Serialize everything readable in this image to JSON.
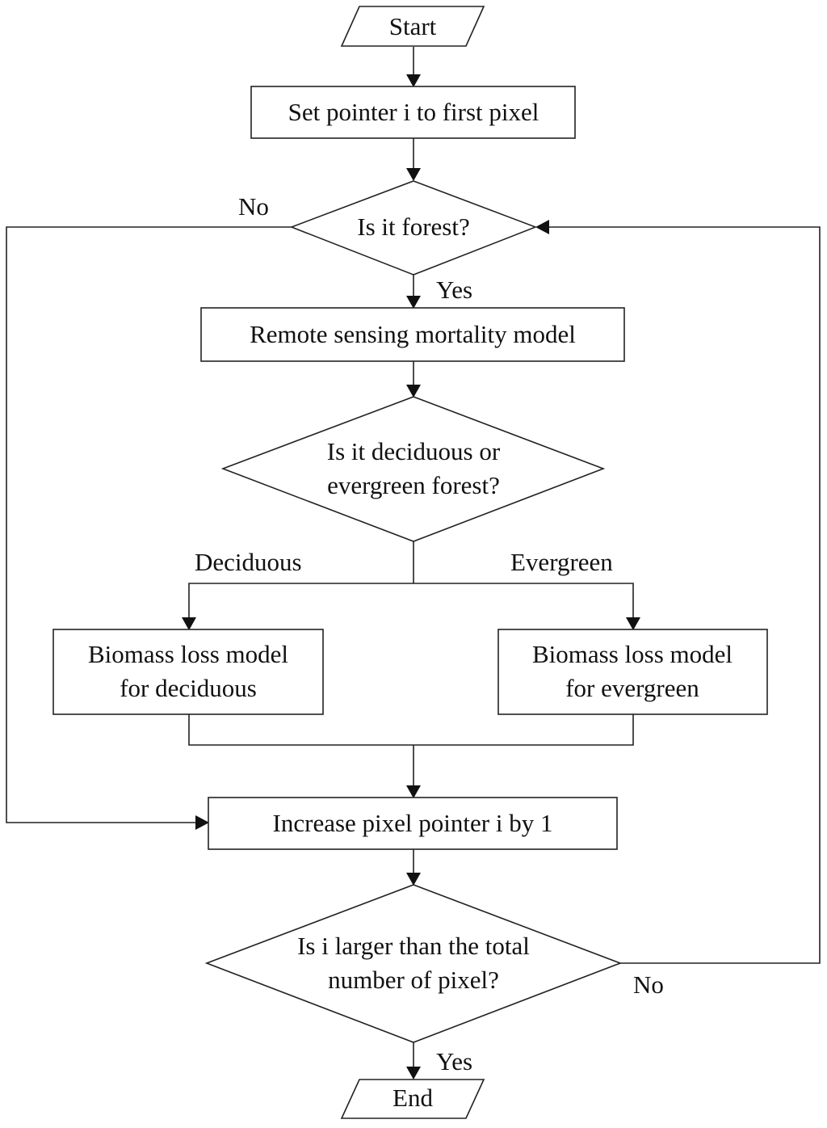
{
  "nodes": {
    "start": "Start",
    "set_pointer": "Set pointer i to first pixel",
    "is_forest": "Is it forest?",
    "mortality_model": "Remote sensing mortality model",
    "forest_type": {
      "line1": "Is it deciduous or",
      "line2": "evergreen forest?"
    },
    "biomass_deciduous": {
      "line1": "Biomass loss model",
      "line2": "for deciduous"
    },
    "biomass_evergreen": {
      "line1": "Biomass loss model",
      "line2": "for evergreen"
    },
    "increase_pointer": "Increase pixel pointer i by 1",
    "is_larger": {
      "line1": "Is i larger than the total",
      "line2": "number of pixel?"
    },
    "end": "End"
  },
  "edge_labels": {
    "forest_no": "No",
    "forest_yes": "Yes",
    "deciduous": "Deciduous",
    "evergreen": "Evergreen",
    "larger_no": "No",
    "larger_yes": "Yes"
  }
}
